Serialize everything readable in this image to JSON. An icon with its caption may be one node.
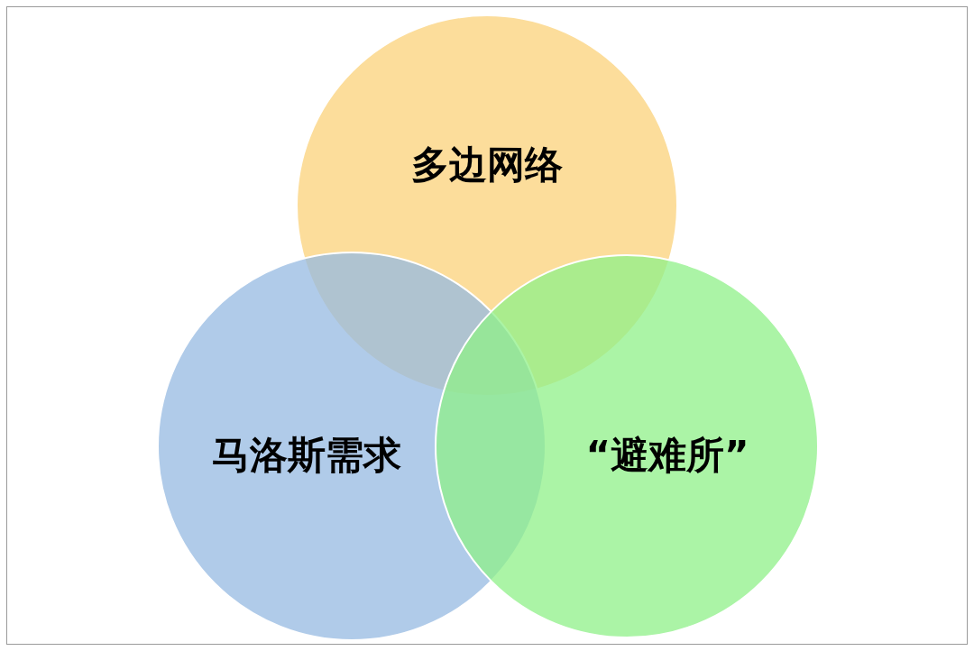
{
  "diagram": {
    "nodes": [
      {
        "text": [
          "多边网络"
        ]
      },
      {
        "text": [
          "马洛斯需求"
        ]
      },
      {
        "text": [
          "“避难所”"
        ]
      }
    ]
  }
}
